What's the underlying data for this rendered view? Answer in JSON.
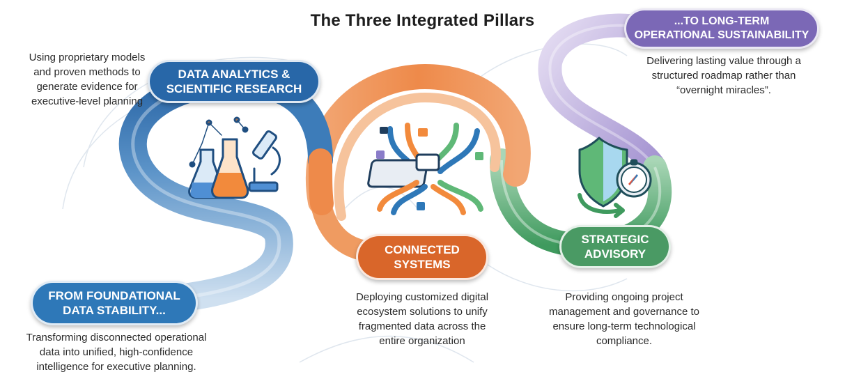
{
  "title": "The Three Integrated Pillars",
  "stages": {
    "foundation": {
      "label": "FROM FOUNDATIONAL\nDATA STABILITY...",
      "description": "Transforming disconnected operational\ndata into unified, high-confidence\nintelligence for executive planning.",
      "color": "#2e78b8"
    },
    "sustainability": {
      "label": "...TO LONG-TERM\nOPERATIONAL SUSTAINABILITY",
      "description": "Delivering lasting value through a\nstructured roadmap rather than\n“overnight miracles”.",
      "color": "#7b68b6"
    }
  },
  "pillars": [
    {
      "label": "DATA ANALYTICS &\nSCIENTIFIC RESEARCH",
      "description": "Using proprietary models\nand proven methods to\ngenerate evidence for\nexecutive-level planning",
      "icon": "lab-flasks-microscope-icon",
      "color": "#2867a8"
    },
    {
      "label": "CONNECTED\nSYSTEMS",
      "description": "Deploying customized digital\necosystem solutions to unify\nfragmented data across the\nentire organization",
      "icon": "connected-hub-icon",
      "color": "#d9662a"
    },
    {
      "label": "STRATEGIC\nADVISORY",
      "description": "Providing ongoing project\nmanagement and governance to\nensure long-term technological\ncompliance.",
      "icon": "shield-compass-icon",
      "color": "#4a9a64"
    }
  ]
}
